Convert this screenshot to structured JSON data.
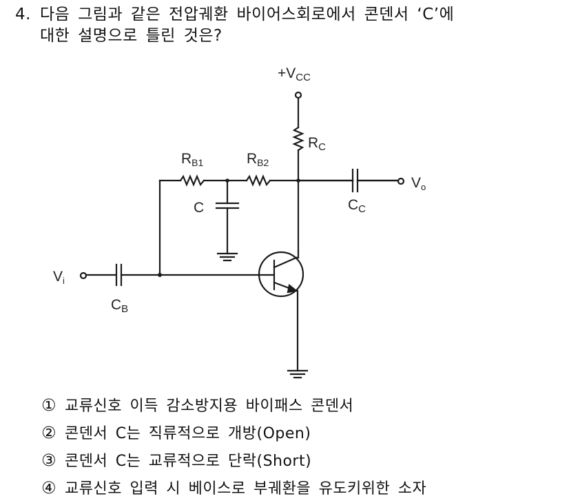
{
  "question": {
    "number": "4.",
    "line1": "다음 그림과 같은 전압궤환 바이어스회로에서 콘덴서 ‘C’에",
    "line2": "대한 설명으로 틀린 것은?"
  },
  "circuit": {
    "labels": {
      "vcc_prefix": "+V",
      "vcc_sub": "CC",
      "rc": "R",
      "rc_sub": "C",
      "rb1": "R",
      "rb1_sub": "B1",
      "rb2": "R",
      "rb2_sub": "B2",
      "c": "C",
      "cc": "C",
      "cc_sub": "C",
      "vo": "V",
      "vo_sub": "o",
      "vi": "V",
      "vi_sub": "i",
      "cb": "C",
      "cb_sub": "B"
    },
    "line_color": "#1a1a1a"
  },
  "choices": [
    {
      "mark": "①",
      "text": "교류신호 이득 감소방지용 바이패스 콘덴서"
    },
    {
      "mark": "②",
      "text": "콘덴서 C는 직류적으로 개방(Open)"
    },
    {
      "mark": "③",
      "text": "콘덴서 C는 교류적으로 단락(Short)"
    },
    {
      "mark": "④",
      "text": "교류신호 입력 시 베이스로 부궤환을 유도키위한 소자"
    }
  ]
}
